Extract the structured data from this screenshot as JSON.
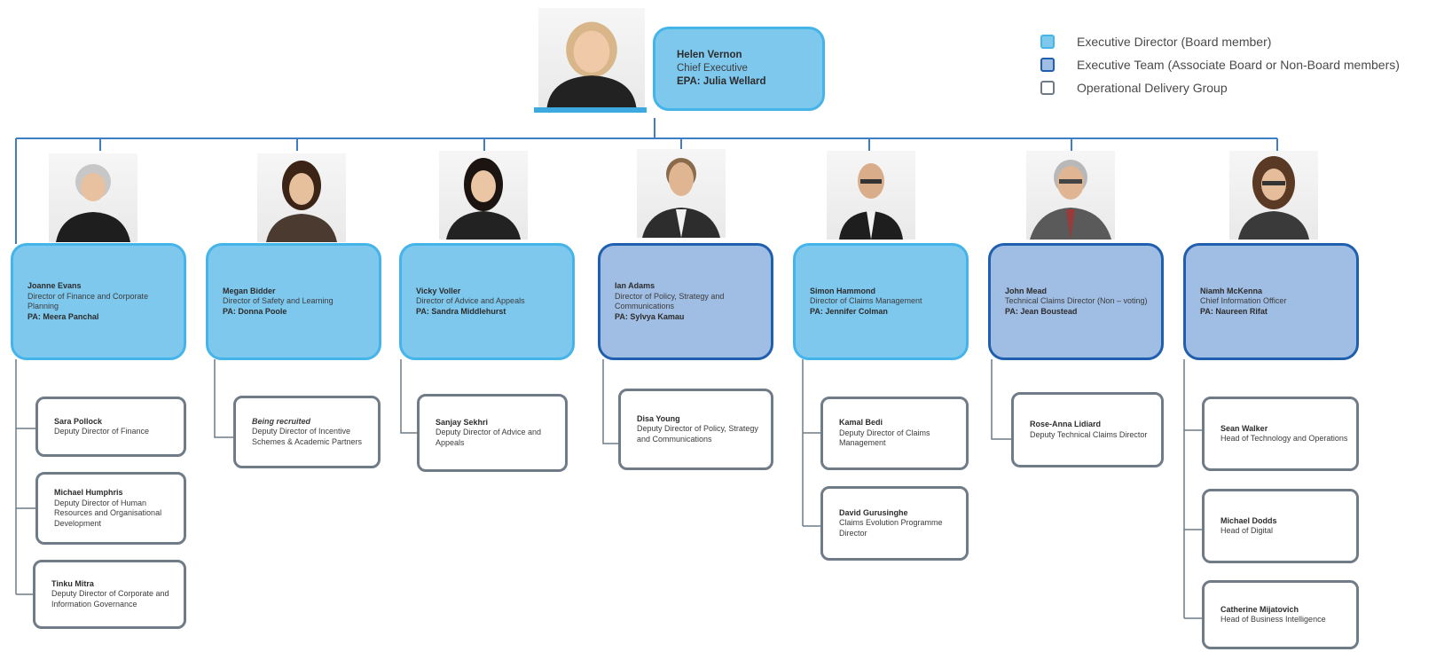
{
  "colors": {
    "executive_director": "#7ec8ee",
    "executive_team": "#a0bde3",
    "operational": "#ffffff",
    "connector": "#3d7ec4"
  },
  "legend": [
    {
      "label": "Executive Director (Board member)"
    },
    {
      "label": "Executive Team (Associate Board or Non-Board members)"
    },
    {
      "label": "Operational Delivery Group"
    }
  ],
  "ceo": {
    "name": "Helen Vernon",
    "title": "Chief Executive",
    "pa": "EPA: Julia Wellard"
  },
  "directors": [
    {
      "name": "Joanne Evans",
      "title": "Director of Finance and Corporate Planning",
      "pa": "PA: Meera Panchal"
    },
    {
      "name": "Megan Bidder",
      "title": "Director of Safety and Learning",
      "pa": "PA: Donna Poole"
    },
    {
      "name": "Vicky Voller",
      "title": "Director of Advice and Appeals",
      "pa": "PA: Sandra Middlehurst"
    },
    {
      "name": "Ian Adams",
      "title": "Director of Policy, Strategy and Communications",
      "pa": "PA: Sylvya Kamau"
    },
    {
      "name": "Simon Hammond",
      "title": "Director of Claims Management",
      "pa": "PA: Jennifer Colman"
    },
    {
      "name": "John Mead",
      "title": "Technical Claims Director (Non – voting)",
      "pa": "PA: Jean Boustead"
    },
    {
      "name": "Niamh McKenna",
      "title": "Chief Information Officer",
      "pa": "PA: Naureen Rifat"
    }
  ],
  "reports": [
    {
      "name": "Sara Pollock",
      "title": "Deputy Director of Finance"
    },
    {
      "name": "Michael Humphris",
      "title": "Deputy Director of Human Resources and Organisational Development"
    },
    {
      "name": "Tinku Mitra",
      "title": "Deputy Director of Corporate and Information Governance"
    },
    {
      "name": "Being recruited",
      "title": "Deputy Director of Incentive Schemes & Academic Partners"
    },
    {
      "name": "Sanjay Sekhri",
      "title": "Deputy Director of Advice and Appeals"
    },
    {
      "name": "Disa Young",
      "title": "Deputy Director of Policy, Strategy and Communications"
    },
    {
      "name": "Kamal Bedi",
      "title": "Deputy Director of Claims Management"
    },
    {
      "name": "David Gurusinghe",
      "title": "Claims Evolution Programme Director"
    },
    {
      "name": "Rose-Anna Lidiard",
      "title": "Deputy Technical Claims Director"
    },
    {
      "name": "Sean Walker",
      "title": "Head of Technology and Operations"
    },
    {
      "name": "Michael Dodds",
      "title": "Head of Digital"
    },
    {
      "name": "Catherine Mijatovich",
      "title": "Head of Business Intelligence"
    }
  ]
}
